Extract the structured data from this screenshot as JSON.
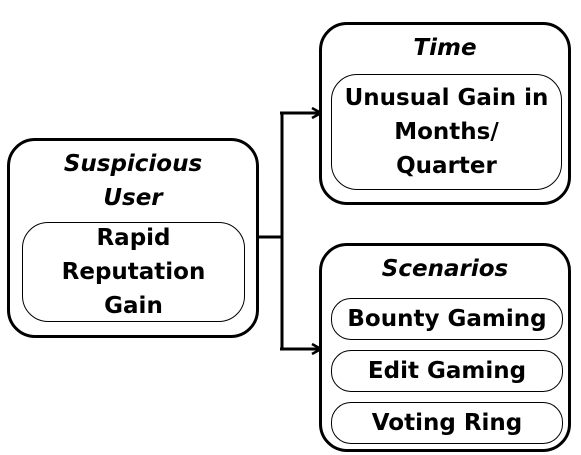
{
  "diagram": {
    "suspicious_user": {
      "title_line1": "Suspicious",
      "title_line2": "User",
      "detail_line1": "Rapid",
      "detail_line2": "Reputation",
      "detail_line3": "Gain"
    },
    "time": {
      "title": "Time",
      "detail_line1": "Unusual Gain in",
      "detail_line2": "Months/",
      "detail_line3": "Quarter"
    },
    "scenarios": {
      "title": "Scenarios",
      "items": [
        "Bounty Gaming",
        "Edit Gaming",
        "Voting Ring"
      ]
    }
  }
}
